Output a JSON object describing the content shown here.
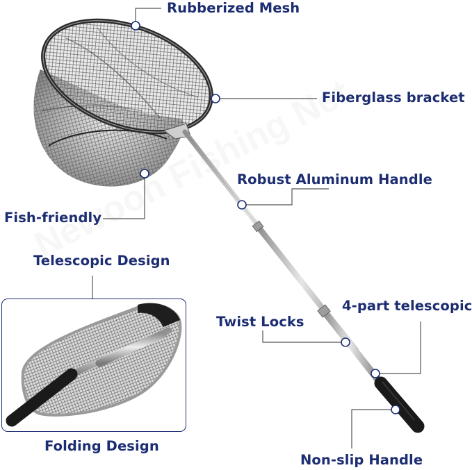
{
  "labels": {
    "rubberized_mesh": "Rubberized Mesh",
    "fiberglass_bracket": "Fiberglass bracket",
    "robust_aluminum_handle": "Robust Aluminum Handle",
    "fish_friendly": "Fish-friendly",
    "telescopic_design": "Telescopic Design",
    "twist_locks": "Twist Locks",
    "four_part_telescopic": "4-part telescopic",
    "folding_design": "Folding Design",
    "non_slip_handle": "Non-slip Handle"
  },
  "watermark": "Newoon Fishing Net",
  "colors": {
    "label_text": "#1c2d72",
    "callout_line": "#555555",
    "marker_fill": "#ffffff",
    "marker_stroke": "#1c2d72",
    "hoop": "#2b2b2b",
    "mesh": "#6b6b6b",
    "pole": "#bfbfbf",
    "grip": "#1a1a1a"
  }
}
